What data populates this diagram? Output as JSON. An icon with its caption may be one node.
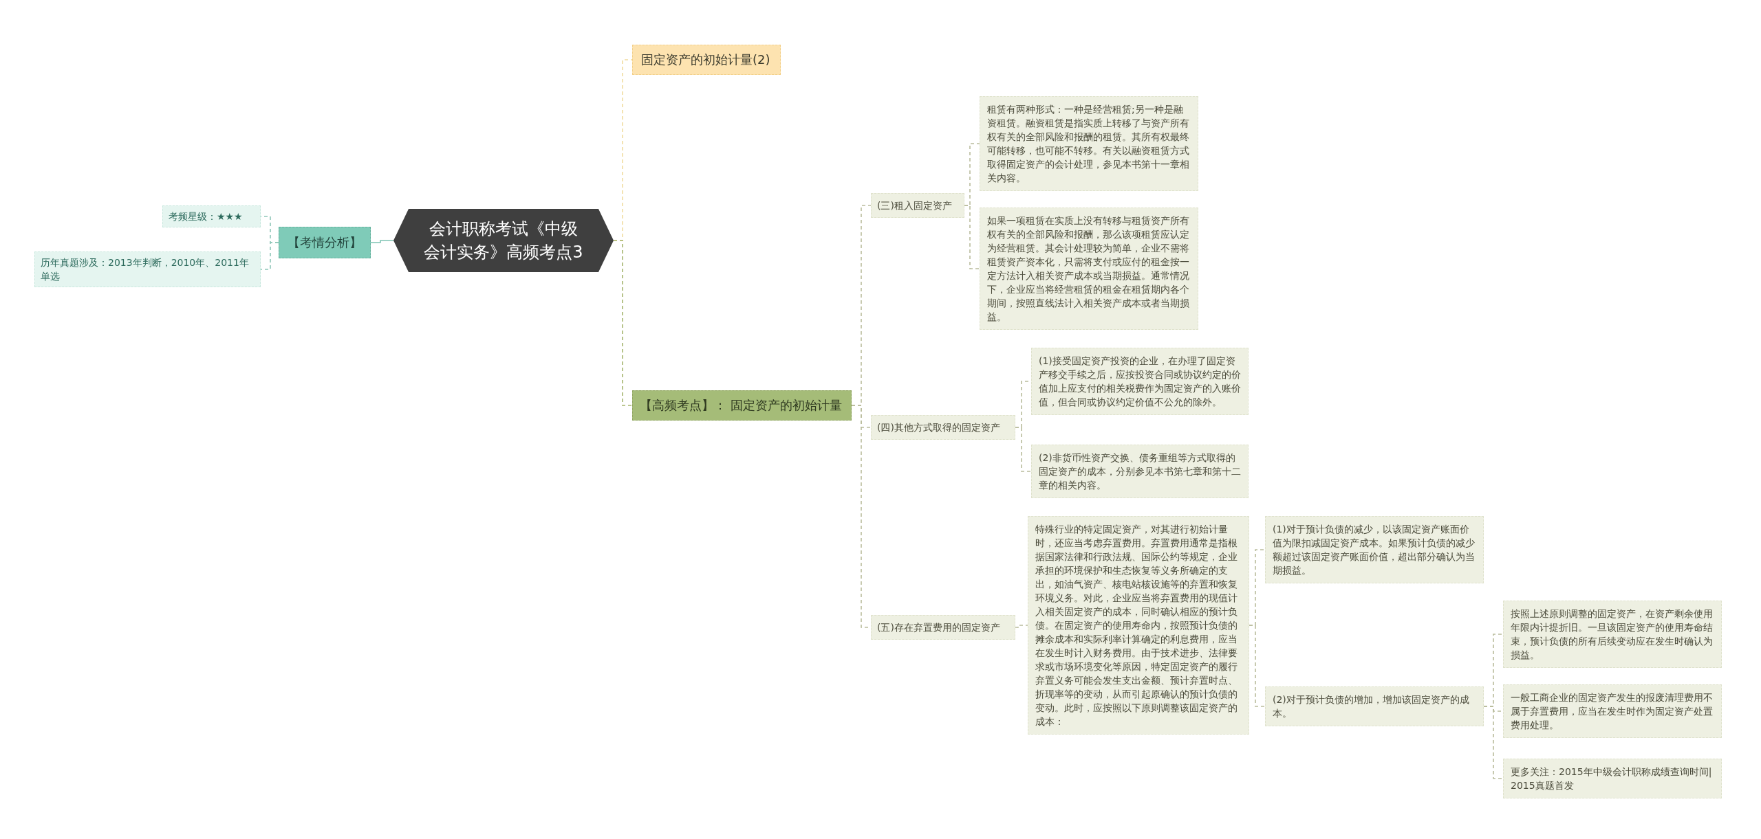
{
  "diagram": {
    "nodes": [
      {
        "text": [
          "会计职称考试《中级会计实务》高频考点3"
        ]
      },
      {
        "text": [
          "【考情分析】"
        ]
      },
      {
        "text": [
          "考频星级：★★★"
        ]
      },
      {
        "text": [
          "历年真题涉及：2013年判断，2010年、2011年单选"
        ]
      },
      {
        "text": [
          "固定资产的初始计量(2)"
        ]
      },
      {
        "text": [
          "【高频考点】： 固定资产的初始计量"
        ]
      },
      {
        "text": [
          "(三)租入固定资产"
        ]
      },
      {
        "text": [
          "租赁有两种形式：一种是经营租赁;另一种是融资租赁。融资租赁是指实质上转移了与资产所有权有关的全部风险和报酬的租赁。其所有权最终可能转移，也可能不转移。有关以融资租赁方式取得固定资产的会计处理，参见本书第十一章相关内容。"
        ]
      },
      {
        "text": [
          "如果一项租赁在实质上没有转移与租赁资产所有权有关的全部风险和报酬，那么该项租赁应认定为经营租赁。其会计处理较为简单，企业不需将租赁资产资本化，只需将支付或应付的租金按一定方法计入相关资产成本或当期损益。通常情况下，企业应当将经营租赁的租金在租赁期内各个期间，按照直线法计入相关资产成本或者当期损益。"
        ]
      },
      {
        "text": [
          "(四)其他方式取得的固定资产"
        ]
      },
      {
        "text": [
          "(1)接受固定资产投资的企业，在办理了固定资产移交手续之后，应按投资合同或协议约定的价值加上应支付的相关税费作为固定资产的入账价值，但合同或协议约定价值不公允的除外。"
        ]
      },
      {
        "text": [
          "(2)非货币性资产交换、债务重组等方式取得的固定资产的成本，分别参见本书第七章和第十二章的相关内容。"
        ]
      },
      {
        "text": [
          "(五)存在弃置费用的固定资产"
        ]
      },
      {
        "text": [
          "特殊行业的特定固定资产，对其进行初始计量时，还应当考虑弃置费用。弃置费用通常是指根据国家法律和行政法规、国际公约等规定，企业承担的环境保护和生态恢复等义务所确定的支出，如油气资产、核电站核设施等的弃置和恢复环境义务。对此，企业应当将弃置费用的现值计入相关固定资产的成本，同时确认相应的预计负债。在固定资产的使用寿命内，按照预计负债的摊余成本和实际利率计算确定的利息费用，应当在发生时计入财务费用。由于技术进步、法律要求或市场环境变化等原因，特定固定资产的履行弃置义务可能会发生支出金额、预计弃置时点、折现率等的变动，从而引起原确认的预计负债的变动。此时，应按照以下原则调整该固定资产的成本："
        ]
      },
      {
        "text": [
          "(1)对于预计负债的减少，以该固定资产账面价值为限扣减固定资产成本。如果预计负债的减少额超过该固定资产账面价值，超出部分确认为当期损益。"
        ]
      },
      {
        "text": [
          "(2)对于预计负债的增加，增加该固定资产的成本。"
        ]
      },
      {
        "text": [
          "按照上述原则调整的固定资产，在资产剩余使用年限内计提折旧。一旦该固定资产的使用寿命结束，预计负债的所有后续变动应在发生时确认为损益。"
        ]
      },
      {
        "text": [
          "一般工商企业的固定资产发生的报废清理费用不属于弃置费用，应当在发生时作为固定资产处置费用处理。"
        ]
      },
      {
        "text": [
          "更多关注：2015年中级会计职称成绩查询时间|2015真题首发"
        ]
      }
    ],
    "edges": [
      {
        "from": 0,
        "to": 1,
        "arrow": "none",
        "color": "#7fc4b4"
      },
      {
        "from": 1,
        "to": 2,
        "arrow": "none",
        "style": "dashed",
        "color": "#8fc6b8"
      },
      {
        "from": 1,
        "to": 3,
        "arrow": "none",
        "style": "dashed",
        "color": "#8fc6b8"
      },
      {
        "from": 0,
        "to": 4,
        "arrow": "none",
        "style": "dashed",
        "color": "#f1dca0"
      },
      {
        "from": 0,
        "to": 5,
        "arrow": "none",
        "style": "dashed",
        "color": "#a6b56e"
      },
      {
        "from": 5,
        "to": 6,
        "arrow": "none",
        "style": "dashed"
      },
      {
        "from": 6,
        "to": 7,
        "arrow": "none",
        "style": "dashed"
      },
      {
        "from": 6,
        "to": 8,
        "arrow": "none",
        "style": "dashed"
      },
      {
        "from": 5,
        "to": 9,
        "arrow": "none",
        "style": "dashed"
      },
      {
        "from": 9,
        "to": 10,
        "arrow": "none",
        "style": "dashed"
      },
      {
        "from": 9,
        "to": 11,
        "arrow": "none",
        "style": "dashed"
      },
      {
        "from": 5,
        "to": 12,
        "arrow": "none",
        "style": "dashed"
      },
      {
        "from": 12,
        "to": 13,
        "arrow": "none",
        "style": "dashed"
      },
      {
        "from": 13,
        "to": 14,
        "arrow": "none",
        "style": "dashed"
      },
      {
        "from": 13,
        "to": 15,
        "arrow": "none",
        "style": "dashed"
      },
      {
        "from": 15,
        "to": 16,
        "arrow": "none",
        "style": "dashed"
      },
      {
        "from": 15,
        "to": 17,
        "arrow": "none",
        "style": "dashed"
      },
      {
        "from": 15,
        "to": 18,
        "arrow": "none",
        "style": "dashed"
      }
    ]
  }
}
